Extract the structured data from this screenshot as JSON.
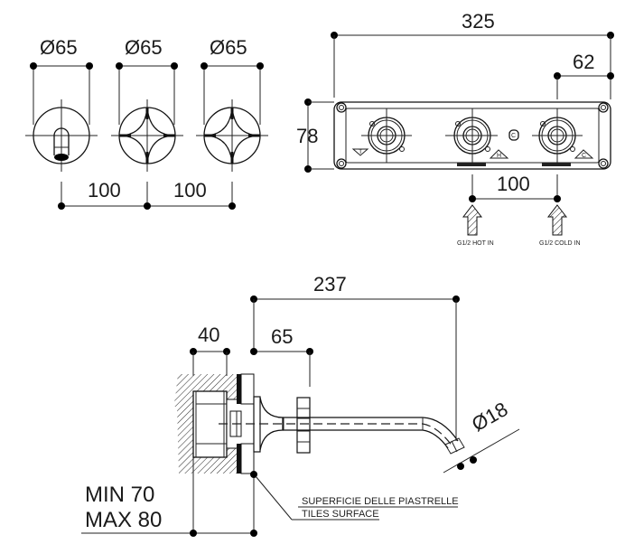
{
  "front_view": {
    "handle_diameters": [
      "Ø65",
      "Ø65",
      "Ø65"
    ],
    "spacing_left": "100",
    "spacing_right": "100",
    "components": [
      "spout",
      "cross-handle-hot",
      "cross-handle-cold"
    ]
  },
  "box_view": {
    "overall_width": "325",
    "right_offset": "62",
    "height": "78",
    "inlet_spacing": "100",
    "inlets": [
      {
        "label": "G1/2 HOT IN",
        "symbol": "H"
      },
      {
        "label": "G1/2 COLD IN",
        "symbol": "C"
      }
    ],
    "outlet_symbol": "T",
    "logo_symbol": "C"
  },
  "side_view": {
    "projection": "237",
    "wall_depth": "40",
    "handle_offset": "65",
    "spout_diameter": "Ø18",
    "install_min": "MIN 70",
    "install_max": "MAX 80",
    "surface_label_it": "SUPERFICIE DELLE PIASTRELLE",
    "surface_label_en": "TILES SURFACE"
  }
}
